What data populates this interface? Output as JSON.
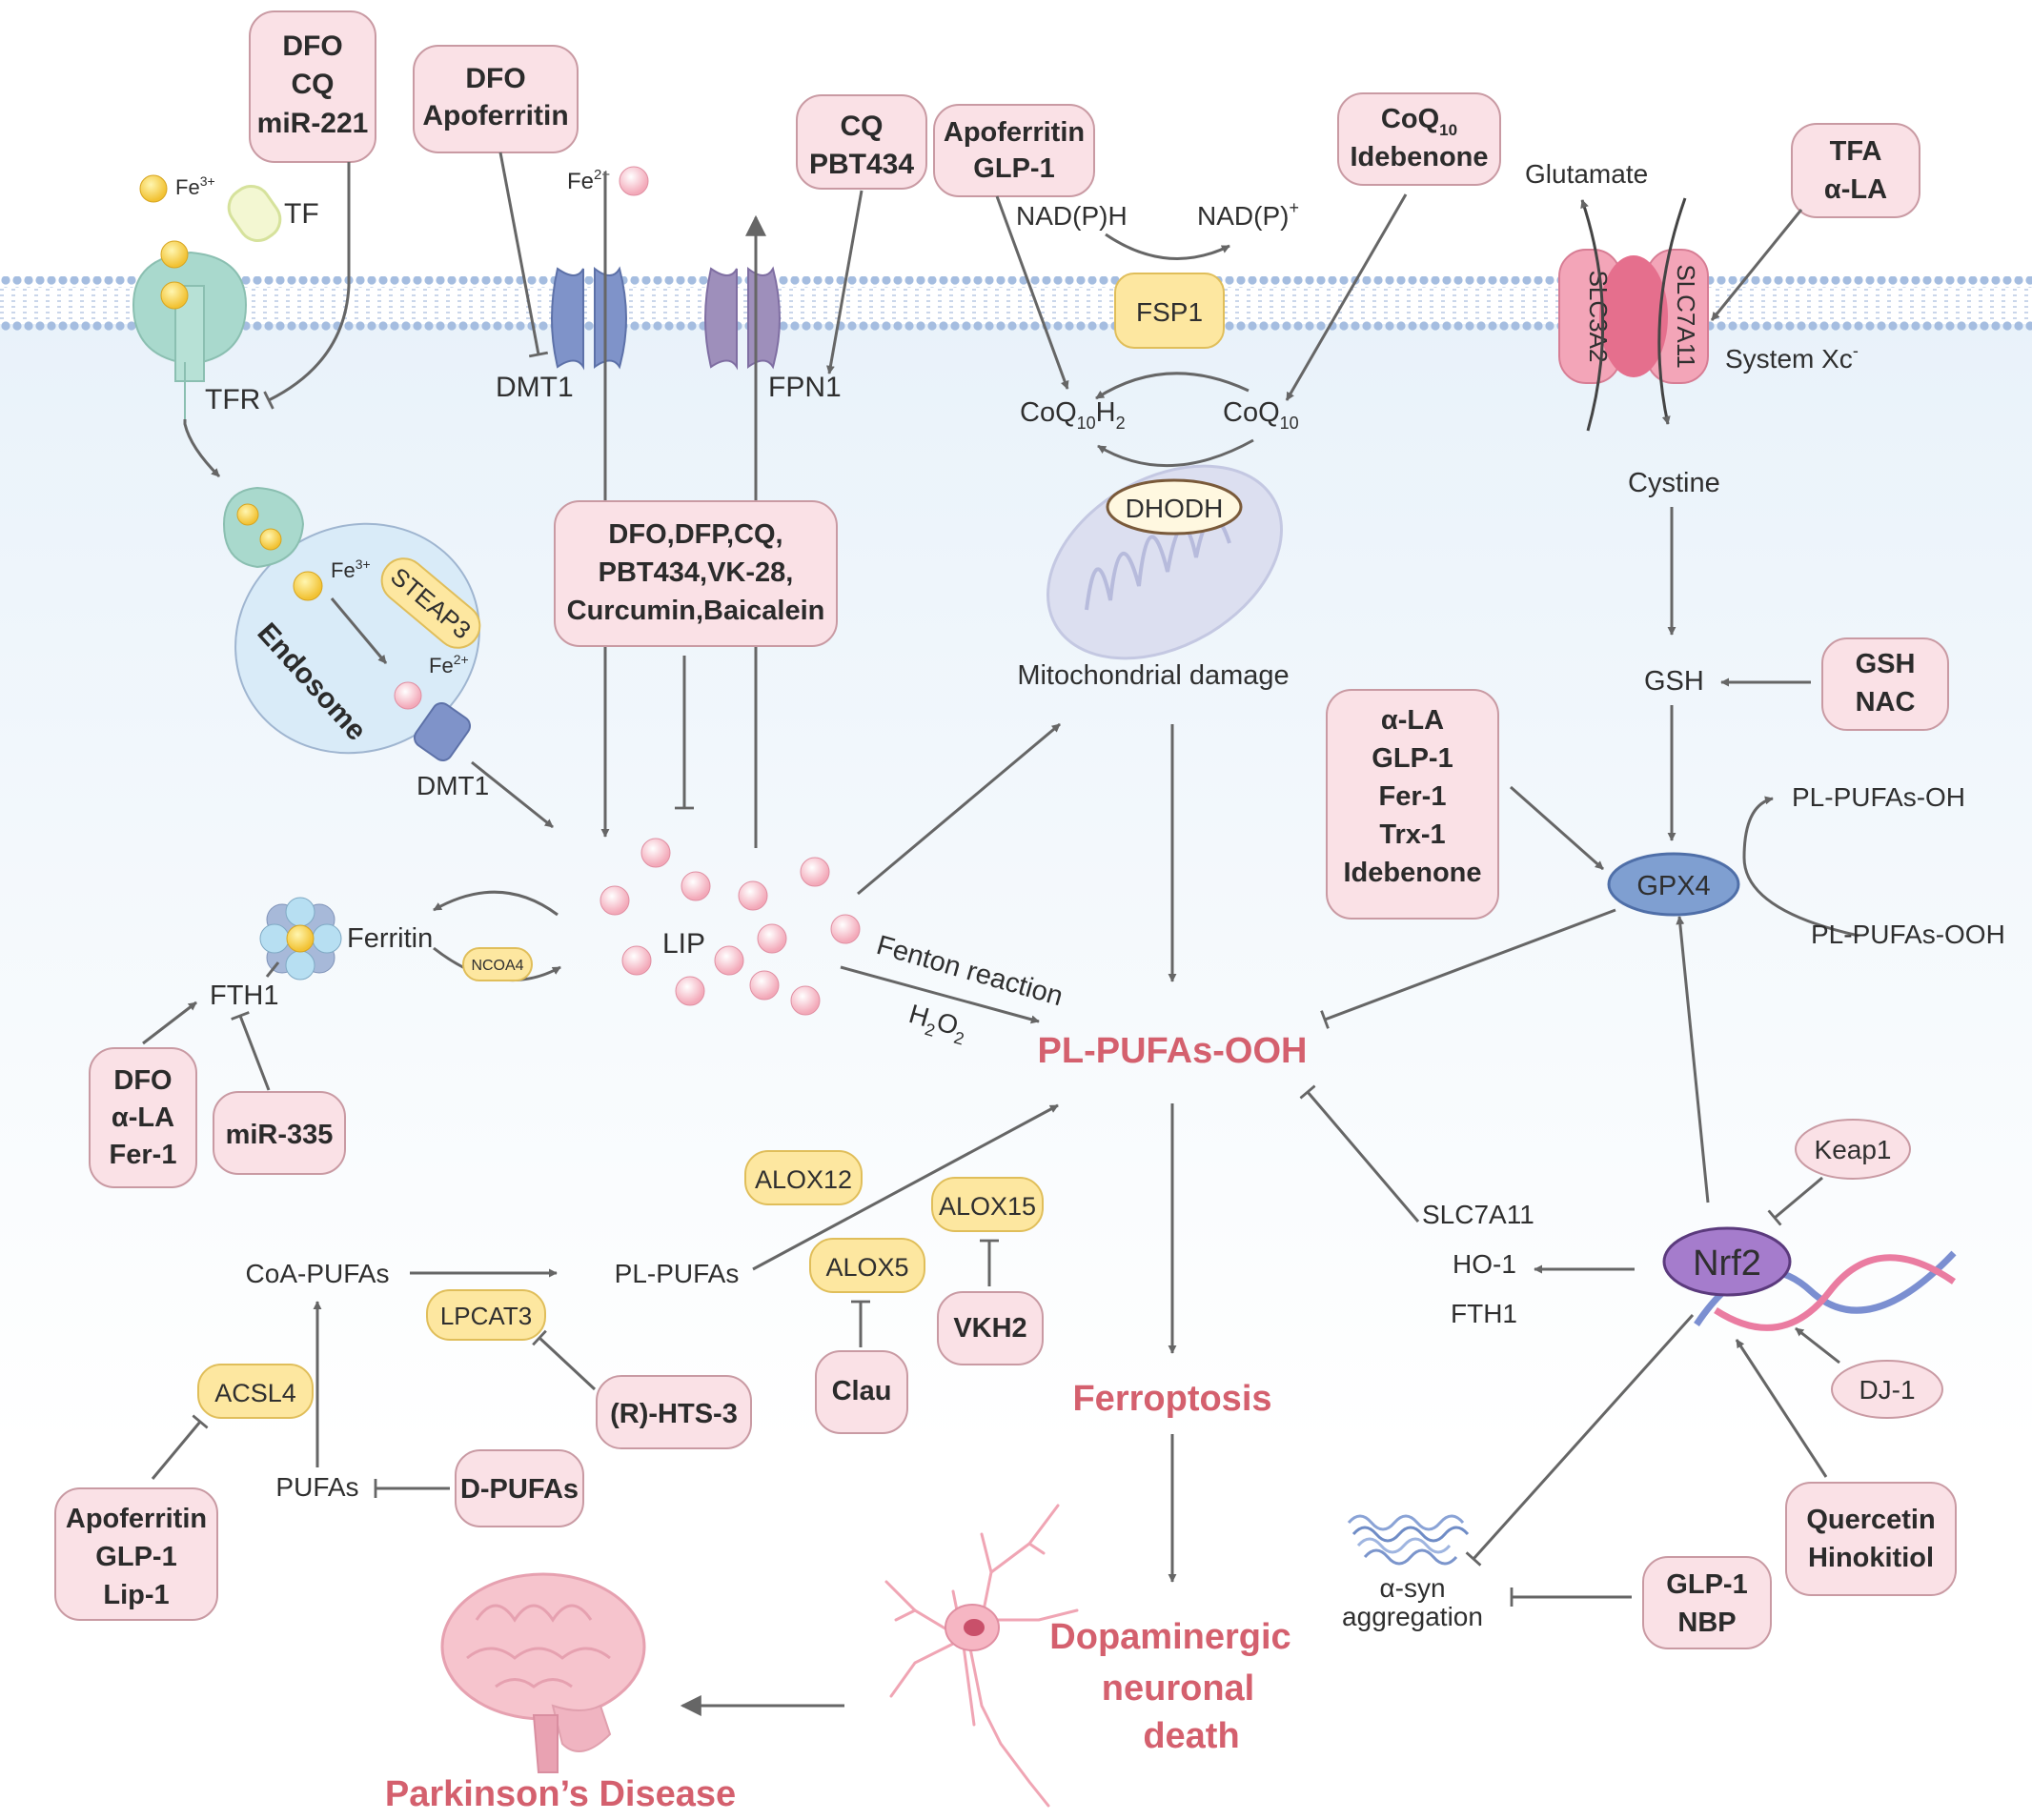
{
  "colors": {
    "drug_box_fill": "#fae1e6",
    "drug_box_stroke": "#c99aa3",
    "enzyme_fill": "#fde7a0",
    "enzyme_stroke": "#e0be5a",
    "arrow": "#666666",
    "highlight_red": "#d4606e",
    "membrane": "#9fb5d8"
  },
  "drug_boxes": {
    "tfr_inhibitors": [
      "DFO",
      "CQ",
      "miR-221"
    ],
    "dmt1_inhibitors": [
      "DFO",
      "Apoferritin"
    ],
    "fpn1_modulators": [
      "CQ",
      "PBT434"
    ],
    "fsp1_modulators": [
      "Apoferritin",
      "GLP-1"
    ],
    "coq10_drugs": {
      "line1_base": "CoQ",
      "line1_sub": "10",
      "line2": "Idebenone"
    },
    "xc_drugs": [
      "TFA",
      "α-LA"
    ],
    "chelators": [
      "DFO,DFP,CQ,",
      "PBT434,VK-28,",
      "Curcumin,Baicalein"
    ],
    "gsh_drugs": [
      "GSH",
      "NAC"
    ],
    "gpx4_drugs": [
      "α-LA",
      "GLP-1",
      "Fer-1",
      "Trx-1",
      "Idebenone"
    ],
    "fth1_drugs": [
      "DFO",
      "α-LA",
      "Fer-1"
    ],
    "mir335": "miR-335",
    "hts3": "(R)-HTS-3",
    "clau": "Clau",
    "vkh2": "VKH2",
    "dpufas": "D-PUFAs",
    "acsl4_drugs": [
      "Apoferritin",
      "GLP-1",
      "Lip-1"
    ],
    "nrf2_activators": [
      "Quercetin",
      "Hinokitiol"
    ],
    "syn_drugs": [
      "GLP-1",
      "NBP"
    ]
  },
  "enzymes": {
    "fsp1": "FSP1",
    "steap3": "STEAP3",
    "ncoa4": "NCOA4",
    "alox12": "ALOX12",
    "alox15": "ALOX15",
    "alox5": "ALOX5",
    "lpcat3": "LPCAT3",
    "acsl4": "ACSL4",
    "dhodh": "DHODH"
  },
  "labels": {
    "fe3_top": {
      "base": "Fe",
      "sup": "3+"
    },
    "tf": "TF",
    "tfr": "TFR",
    "fe2_top": {
      "base": "Fe",
      "sup": "2+"
    },
    "dmt1": "DMT1",
    "fpn1": "FPN1",
    "nadph": "NAD(P)H",
    "nadp": {
      "base": "NAD(P)",
      "sup": "+"
    },
    "coq10h2": {
      "base": "CoQ",
      "sub1": "10",
      "mid": "H",
      "sub2": "2"
    },
    "coq10": {
      "base": "CoQ",
      "sub": "10"
    },
    "glutamate": "Glutamate",
    "slc3a2": "SLC3A2",
    "slc7a11": "SLC7A11",
    "system_xc": {
      "base": "System Xc",
      "sup": "-"
    },
    "cystine": "Cystine",
    "gsh": "GSH",
    "gpx4": "GPX4",
    "pl_pufas_oh": "PL-PUFAs-OH",
    "pl_pufas_ooh_small": "PL-PUFAs-OOH",
    "endosome": "Endosome",
    "fe3_endo": {
      "base": "Fe",
      "sup": "3+"
    },
    "fe2_endo": {
      "base": "Fe",
      "sup": "2+"
    },
    "dmt1_endo": "DMT1",
    "mito_damage": "Mitochondrial damage",
    "ferritin": "Ferritin",
    "fth1": "FTH1",
    "lip": "LIP",
    "fenton": "Fenton reaction",
    "h2o2": {
      "a": "H",
      "s1": "2",
      "b": "O",
      "s2": "2"
    },
    "pl_pufas_ooh": "PL-PUFAs-OOH",
    "slc7a11_list": "SLC7A11",
    "ho1": "HO-1",
    "fth1_list": "FTH1",
    "keap1": "Keap1",
    "nrf2": "Nrf2",
    "dj1": "DJ-1",
    "coa_pufas": "CoA-PUFAs",
    "pl_pufas": "PL-PUFAs",
    "pufas": "PUFAs",
    "ferroptosis": "Ferroptosis",
    "asyn": "α-syn",
    "aggregation": "aggregation",
    "da_death": [
      "Dopaminergic",
      "neuronal",
      "death"
    ],
    "parkinsons": "Parkinson’s Disease"
  }
}
